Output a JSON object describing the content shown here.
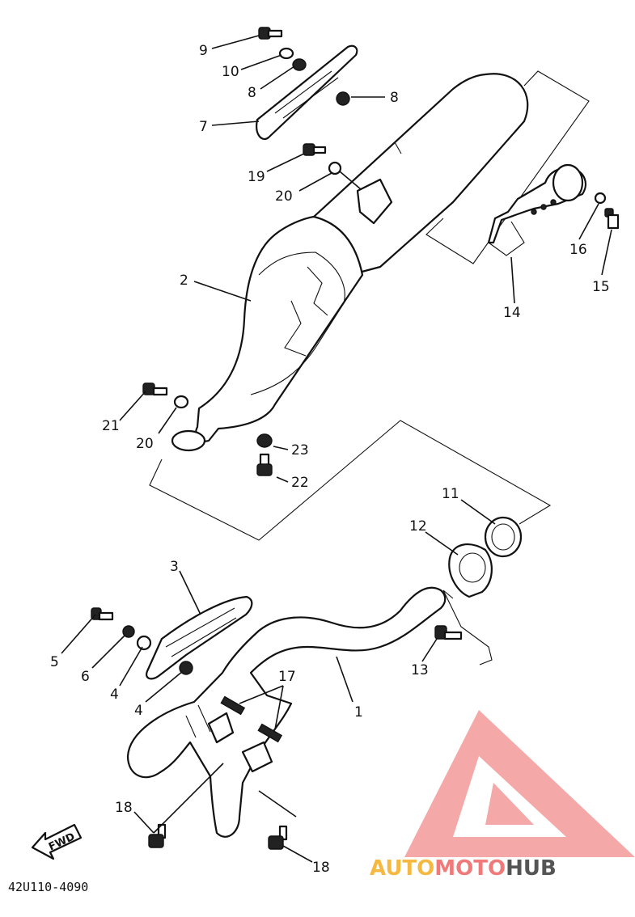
{
  "callouts": {
    "c9": "9",
    "c10": "10",
    "c8a": "8",
    "c8b": "8",
    "c7": "7",
    "c19": "19",
    "c20a": "20",
    "c2": "2",
    "c16": "16",
    "c15": "15",
    "c14": "14",
    "c21": "21",
    "c20b": "20",
    "c23": "23",
    "c22": "22",
    "c11": "11",
    "c12": "12",
    "c3": "3",
    "c5": "5",
    "c6": "6",
    "c4a": "4",
    "c4b": "4",
    "c13": "13",
    "c17": "17",
    "c1": "1",
    "c18a": "18",
    "c18b": "18"
  },
  "direction_label": "FWD",
  "diagram_code": "42U110-4090",
  "watermark": {
    "part1": "AUTO",
    "part2": "MOTO",
    "part3": "HUB",
    "colors": {
      "auto": "#f5b942",
      "moto": "#f07a7a",
      "hub": "#555555",
      "logo": "#f07a7a"
    }
  }
}
